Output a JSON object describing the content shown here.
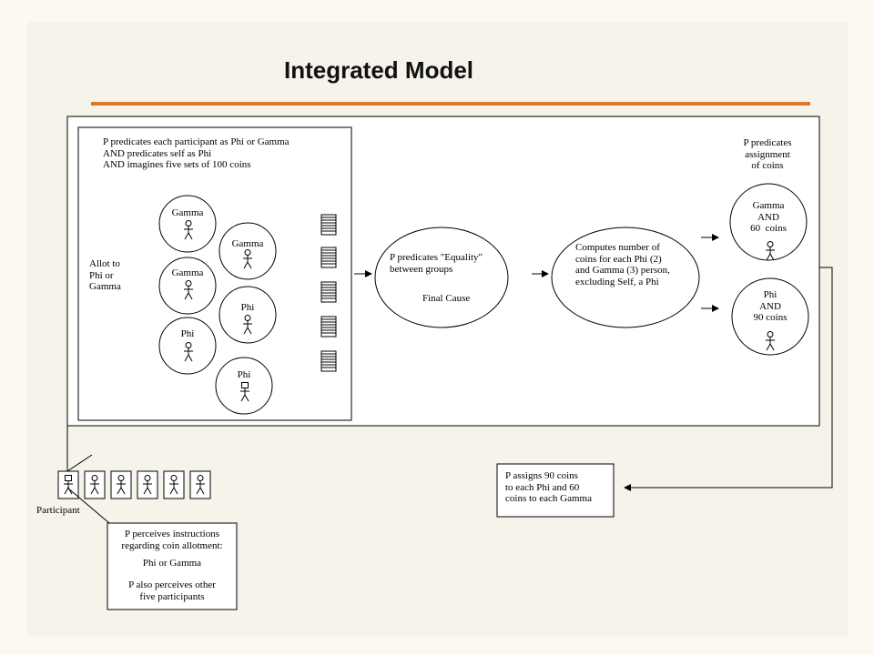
{
  "title": "Integrated Model",
  "colors": {
    "title_rule": "#d87a2e",
    "background": "#f6f3ea",
    "line": "#000000"
  },
  "left_panel": {
    "heading": "P predicates each participant as Phi or Gamma\nAND predicates self as Phi\nAND imagines five sets of 100 coins",
    "allot_label": "Allot to\nPhi or\nGamma",
    "circles": [
      {
        "label": "Gamma",
        "figure": "person-icon"
      },
      {
        "label": "Gamma",
        "figure": "person-icon"
      },
      {
        "label": "Gamma",
        "figure": "person-icon"
      },
      {
        "label": "Phi",
        "figure": "person-icon"
      },
      {
        "label": "Phi",
        "figure": "person-icon"
      },
      {
        "label": "Phi",
        "figure": "self-person-icon"
      }
    ],
    "coin_stack_count": 5
  },
  "equality_node": {
    "label": "P predicates \"Equality\"\nbetween groups",
    "sublabel": "Final Cause"
  },
  "compute_node": {
    "label": "Computes number of\ncoins for each Phi (2)\nand Gamma (3) person,\nexcluding Self, a Phi"
  },
  "assignment": {
    "heading": "P predicates\nassignment\nof coins",
    "gamma": "Gamma\nAND\n60  coins",
    "phi": "Phi\nAND\n90 coins"
  },
  "assigns_box": "P assigns 90 coins\nto each Phi and 60\ncoins to each Gamma",
  "participants": {
    "label": "Participant",
    "count": 6
  },
  "perceives_box": {
    "line1": "P perceives instructions\nregarding coin allotment:",
    "line2": "Phi or Gamma",
    "line3": "P also perceives other\nfive participants"
  }
}
